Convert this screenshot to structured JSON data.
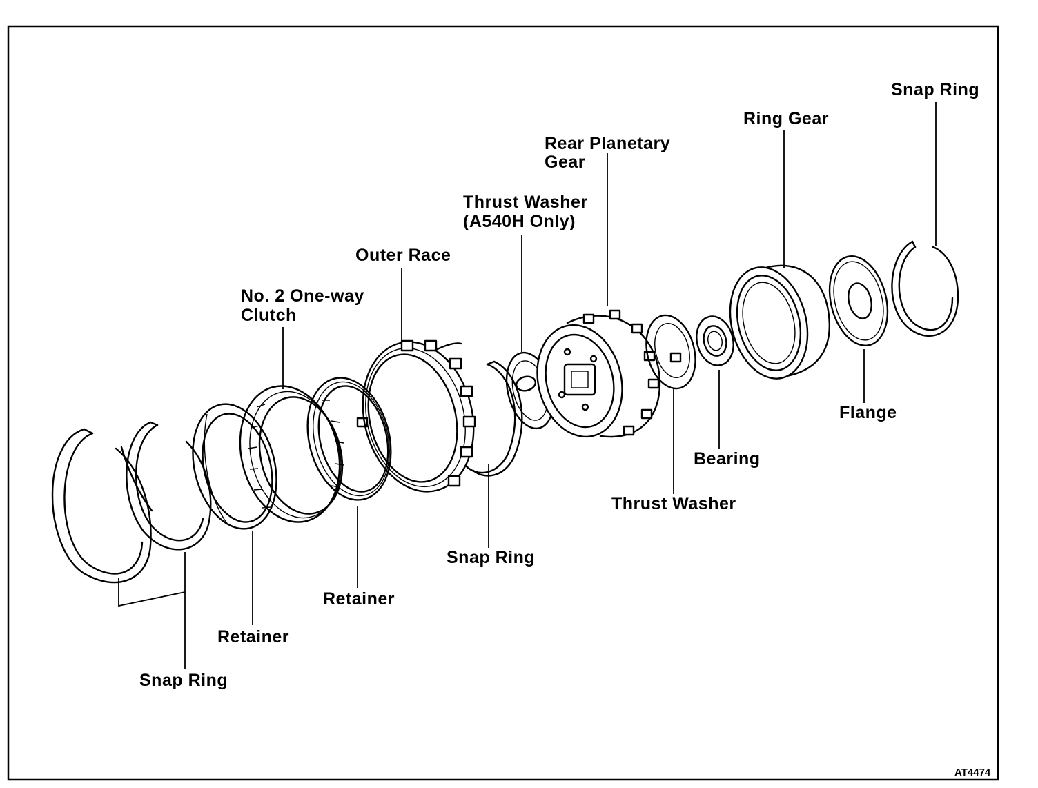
{
  "figure_code": "AT4474",
  "labels": {
    "snap_ring_top_right": "Snap Ring",
    "ring_gear": "Ring Gear",
    "rear_planetary_gear_line1": "Rear Planetary",
    "rear_planetary_gear_line2": "Gear",
    "thrust_washer_a540h_line1": "Thrust Washer",
    "thrust_washer_a540h_line2": "(A540H Only)",
    "outer_race": "Outer Race",
    "no2_one_way_clutch_line1": "No. 2 One-way",
    "no2_one_way_clutch_line2": "Clutch",
    "flange": "Flange",
    "bearing": "Bearing",
    "thrust_washer": "Thrust Washer",
    "snap_ring_center": "Snap Ring",
    "retainer_center": "Retainer",
    "retainer_left": "Retainer",
    "snap_ring_bottom_left": "Snap Ring"
  }
}
